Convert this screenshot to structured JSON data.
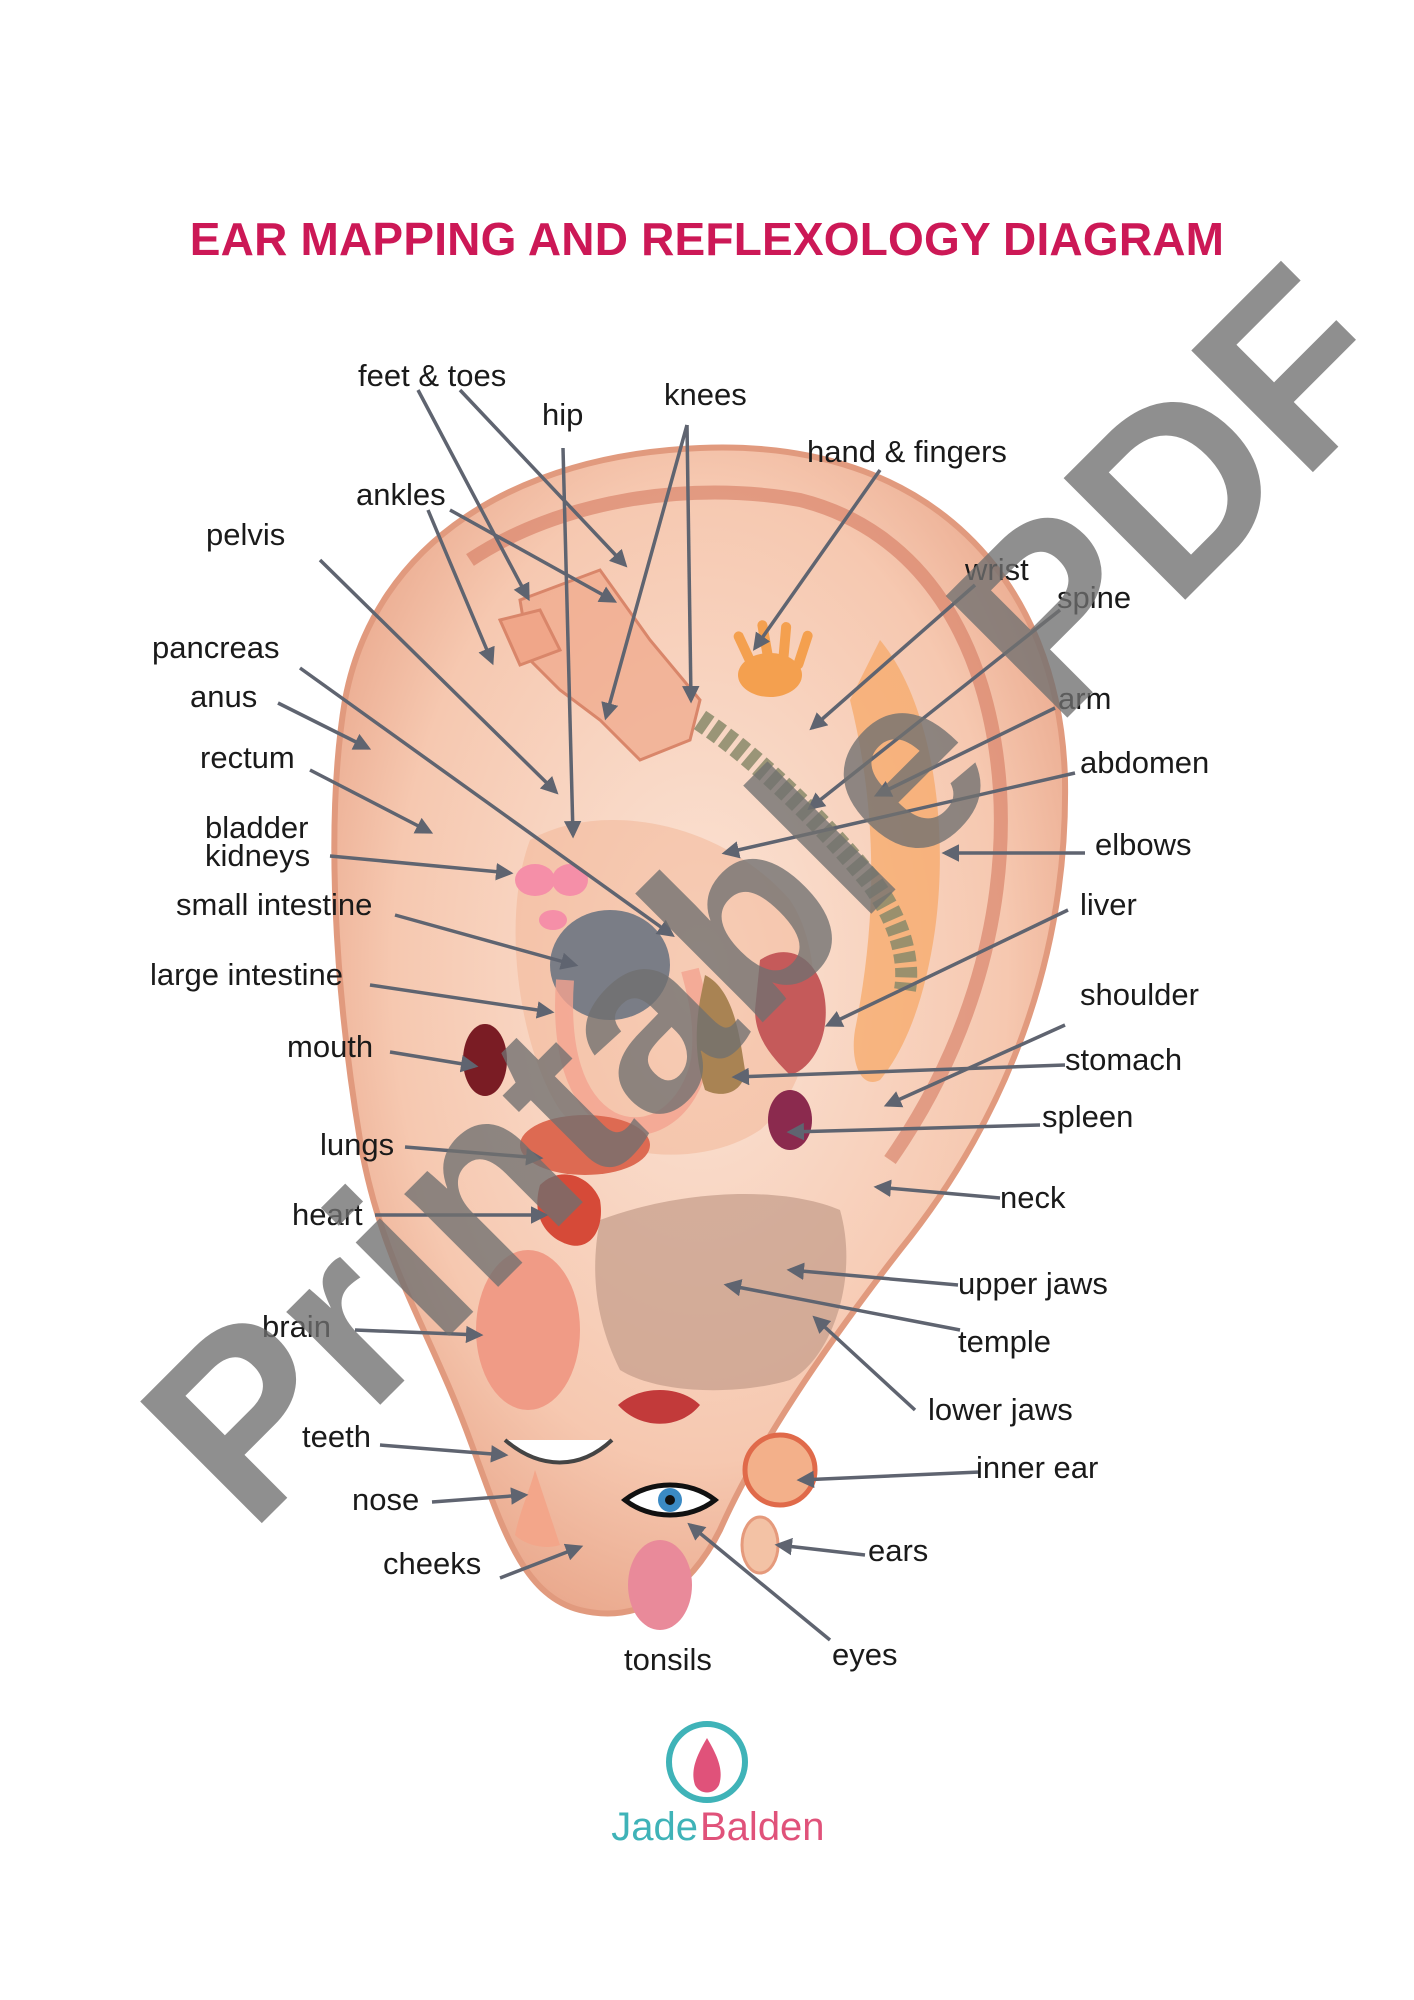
{
  "title": "EAR MAPPING AND REFLEXOLOGY DIAGRAM",
  "watermark": "Printable PDF",
  "labels": {
    "feet_toes": "feet & toes",
    "hip": "hip",
    "knees": "knees",
    "hand_fingers": "hand & fingers",
    "ankles": "ankles",
    "pelvis": "pelvis",
    "wrist": "wrist",
    "spine": "spine",
    "pancreas": "pancreas",
    "anus": "anus",
    "arm": "arm",
    "rectum": "rectum",
    "abdomen": "abdomen",
    "bladder": "bladder",
    "kidneys": "kidneys",
    "elbows": "elbows",
    "small_intestine": "small intestine",
    "liver": "liver",
    "large_intestine": "large intestine",
    "shoulder": "shoulder",
    "mouth": "mouth",
    "stomach": "stomach",
    "spleen": "spleen",
    "lungs": "lungs",
    "neck": "neck",
    "heart": "heart",
    "upper_jaws": "upper jaws",
    "brain": "brain",
    "temple": "temple",
    "lower_jaws": "lower jaws",
    "teeth": "teeth",
    "inner_ear": "inner ear",
    "nose": "nose",
    "cheeks": "cheeks",
    "ears": "ears",
    "tonsils": "tonsils",
    "eyes": "eyes"
  },
  "logo": {
    "first": "Jade",
    "last": "Balden"
  },
  "colors": {
    "title": "#cc1856",
    "skin": "#f4c3a8",
    "skin_dark": "#e39a7c",
    "arrow": "#5f6470",
    "watermark": "#6f6f6f",
    "logo_teal": "#3fb3b8",
    "logo_pink": "#e0527a"
  }
}
